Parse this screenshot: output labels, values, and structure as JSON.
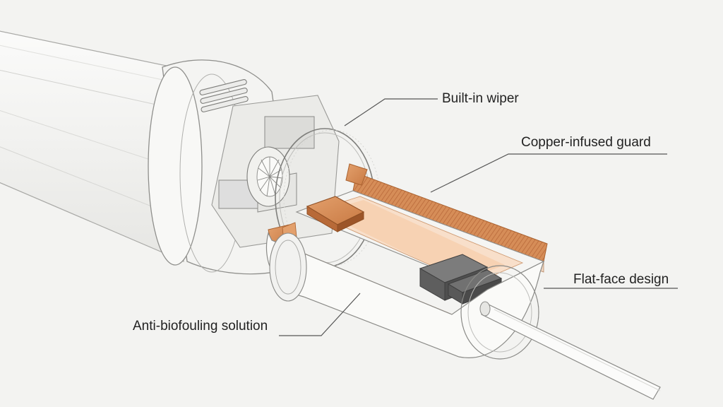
{
  "diagram": {
    "callouts": [
      {
        "id": "wiper",
        "label": "Built-in wiper"
      },
      {
        "id": "copper-guard",
        "label": "Copper-infused guard"
      },
      {
        "id": "flat-face",
        "label": "Flat-face design"
      },
      {
        "id": "anti-biofouling",
        "label": "Anti-biofouling solution"
      }
    ],
    "colors": {
      "background": "#f3f3f1",
      "housing": "#f7f7f5",
      "outline": "#8a8a88",
      "copper": "#d9935e",
      "copper_dark": "#b8693a",
      "sensor_block": "#6a6a6a",
      "leader_line": "#555555"
    }
  }
}
